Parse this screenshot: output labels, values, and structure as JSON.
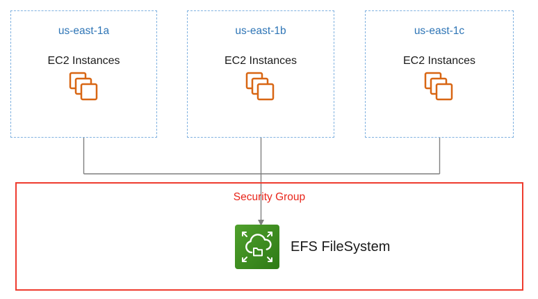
{
  "diagram": {
    "zones": [
      {
        "name": "us-east-1a",
        "label": "EC2 Instances"
      },
      {
        "name": "us-east-1b",
        "label": "EC2 Instances"
      },
      {
        "name": "us-east-1c",
        "label": "EC2 Instances"
      }
    ],
    "security_group": {
      "label": "Security Group",
      "efs_label": "EFS FileSystem"
    },
    "icons": {
      "ec2": "ec2-instances-icon",
      "efs": "efs-filesystem-icon"
    },
    "colors": {
      "zone_border": "#7fb1e0",
      "zone_title": "#2e75b6",
      "ec2_icon": "#d86613",
      "sg_border": "#ee3b2e",
      "sg_label": "#e8251a",
      "efs_green_light": "#4fa02c",
      "efs_green_dark": "#2e7a16",
      "connector": "#7f7f7f"
    }
  }
}
